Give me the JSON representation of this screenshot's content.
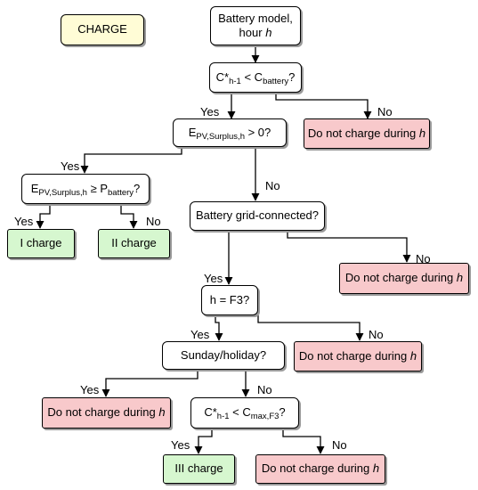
{
  "legend": {
    "label": "CHARGE"
  },
  "nodes": {
    "start": {
      "line1": "Battery model,",
      "line2": "hour",
      "var": "h"
    },
    "q1": {
      "c_label": "C*",
      "c_sub": "h-1",
      "op": " < C",
      "sub2": "battery",
      "end": "?"
    },
    "q2": {
      "e_label": "E",
      "e_sub": "PV,Surplus,h",
      "rest": " > 0?"
    },
    "q3": {
      "e_label": "E",
      "e_sub": "PV,Surplus,h",
      "op": " ≥ P",
      "sub2": "battery",
      "end": "?"
    },
    "q4": {
      "text": "Battery grid-connected?"
    },
    "q5": {
      "text": "h = F3?"
    },
    "q6": {
      "text": "Sunday/holiday?"
    },
    "q7": {
      "c_label": "C*",
      "c_sub": "h-1",
      "op": " < C",
      "sub2": "max,F3",
      "end": "?"
    },
    "charge1": {
      "text": "I charge"
    },
    "charge2": {
      "text": "II charge"
    },
    "charge3": {
      "text": "III charge"
    },
    "nocharge": {
      "text": "Do not charge during",
      "var": "h"
    }
  },
  "labels": {
    "yes": "Yes",
    "no": "No"
  },
  "colors": {
    "legend_fill": "#fffcd6",
    "no_charge_fill": "#f8c9cb",
    "charge_fill": "#d6f7cf",
    "decision_fill": "#ffffff"
  }
}
